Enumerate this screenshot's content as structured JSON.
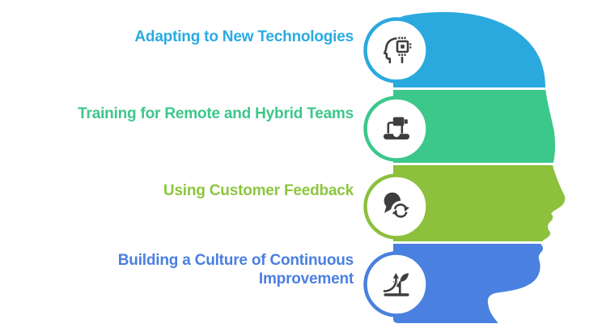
{
  "infographic": {
    "type": "head-silhouette-list",
    "items": [
      {
        "label": "Adapting to New Technologies",
        "band_color": "#2AA9DE",
        "text_color": "#29ABE2",
        "icon": "ai-chip-head-icon"
      },
      {
        "label": "Training for Remote and Hybrid Teams",
        "band_color": "#3CC78B",
        "text_color": "#3DC78B",
        "icon": "laptop-video-call-icon"
      },
      {
        "label": "Using Customer Feedback",
        "band_color": "#8CC03D",
        "text_color": "#8CC63F",
        "icon": "chat-sync-feedback-icon"
      },
      {
        "label": "Building a Culture of Continuous Improvement",
        "band_color": "#4A80DF",
        "text_color": "#4A7FE0",
        "icon": "growth-sprout-arrow-icon"
      }
    ],
    "colors": {
      "background": "#FFFFFF",
      "icon_glyph": "#3E3E3E",
      "badge_fill": "#FFFFFF"
    }
  }
}
